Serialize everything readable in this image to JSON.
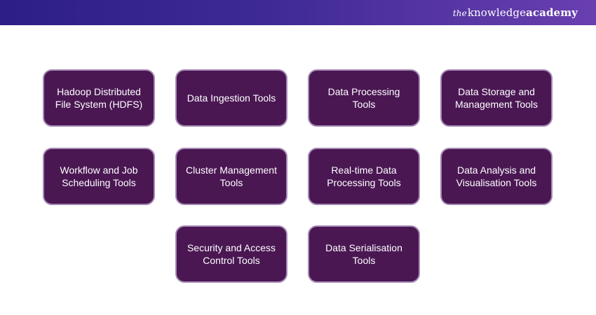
{
  "brand": {
    "prefix": "the",
    "knowledge": "knowledge",
    "academy": "academy"
  },
  "colors": {
    "header_start": "#2c1e86",
    "header_end": "#6a3fb0",
    "card_fill": "#4a1753",
    "card_border": "#a58ab4",
    "text": "#ffffff"
  },
  "tools": [
    "Hadoop Distributed File System (HDFS)",
    "Data Ingestion Tools",
    "Data Processing Tools",
    "Data Storage and Management Tools",
    "Workflow and Job Scheduling Tools",
    "Cluster Management Tools",
    "Real-time Data Processing Tools",
    "Data Analysis and Visualisation Tools",
    "Security and Access Control Tools",
    "Data Serialisation Tools"
  ]
}
